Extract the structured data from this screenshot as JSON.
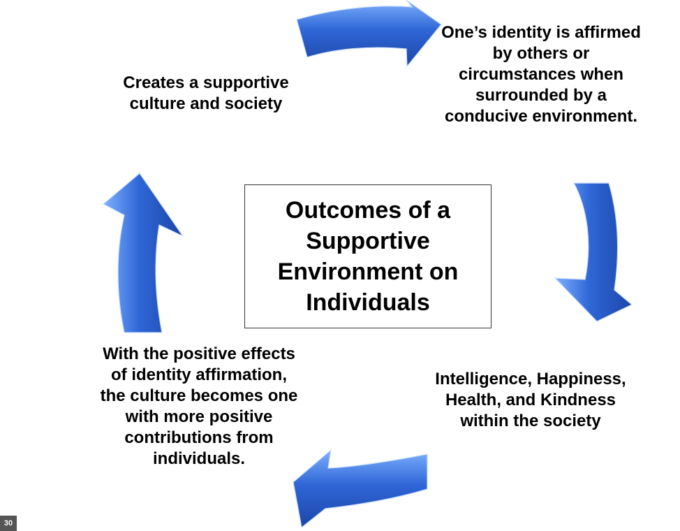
{
  "diagram": {
    "center_title": "Outcomes of a Supportive Environment on Individuals",
    "nodes": {
      "top_right": "One’s identity is affirmed by others or circumstances when surrounded by a conducive environment.",
      "bottom_right": "Intelligence, Happiness, Health, and Kindness within the society",
      "bottom_left": "With the positive effects of identity affirmation, the culture becomes one with more positive contributions from individuals.",
      "top_left": "Creates a supportive culture and society"
    },
    "arrow_color": "#2f66d6",
    "arrow_highlight": "#7fb0ff",
    "arrow_dark": "#1c46a8",
    "box_border_color": "#333333"
  },
  "slide": {
    "page_number": "30"
  }
}
